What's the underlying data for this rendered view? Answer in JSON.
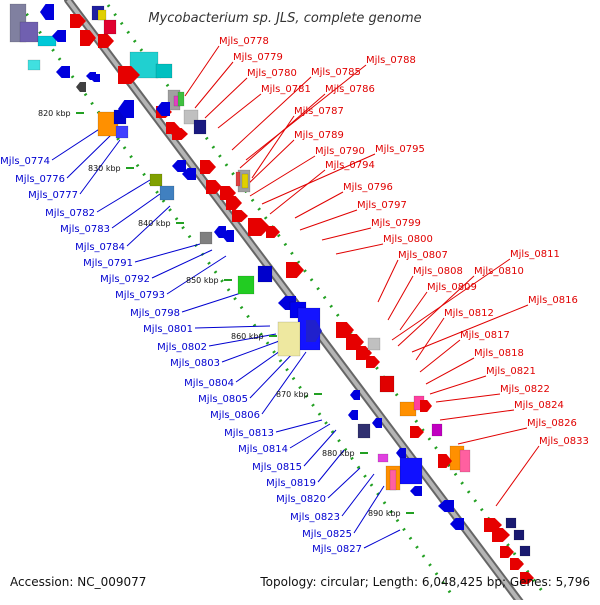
{
  "title": "Mycobacterium sp. JLS, complete genome",
  "footer": {
    "accession": "Accession: NC_009077",
    "summary": "Topology: circular; Length: 6,048,425 bp; Genes: 5,796"
  },
  "colors": {
    "forward_label": "#e00000",
    "reverse_label": "#0000d0",
    "backbone": "#8c8c8c",
    "scale_dots": "#22a022"
  },
  "scale_ticks": [
    "820 kbp",
    "830 kbp",
    "840 kbp",
    "850 kbp",
    "860 kbp",
    "870 kbp",
    "880 kbp",
    "890 kbp"
  ],
  "forward_labels": [
    "Mjls_0778",
    "Mjls_0779",
    "Mjls_0780",
    "Mjls_0781",
    "Mjls_0785",
    "Mjls_0788",
    "Mjls_0786",
    "Mjls_0787",
    "Mjls_0789",
    "Mjls_0790",
    "Mjls_0795",
    "Mjls_0794",
    "Mjls_0796",
    "Mjls_0797",
    "Mjls_0799",
    "Mjls_0800",
    "Mjls_0807",
    "Mjls_0811",
    "Mjls_0808",
    "Mjls_0810",
    "Mjls_0809",
    "Mjls_0816",
    "Mjls_0812",
    "Mjls_0817",
    "Mjls_0818",
    "Mjls_0821",
    "Mjls_0822",
    "Mjls_0824",
    "Mjls_0826",
    "Mjls_0833"
  ],
  "reverse_labels": [
    "Mjls_0774",
    "Mjls_0776",
    "Mjls_0777",
    "Mjls_0782",
    "Mjls_0783",
    "Mjls_0784",
    "Mjls_0791",
    "Mjls_0792",
    "Mjls_0793",
    "Mjls_0798",
    "Mjls_0801",
    "Mjls_0802",
    "Mjls_0803",
    "Mjls_0804",
    "Mjls_0805",
    "Mjls_0806",
    "Mjls_0813",
    "Mjls_0814",
    "Mjls_0815",
    "Mjls_0819",
    "Mjls_0820",
    "Mjls_0823",
    "Mjls_0825",
    "Mjls_0827"
  ]
}
